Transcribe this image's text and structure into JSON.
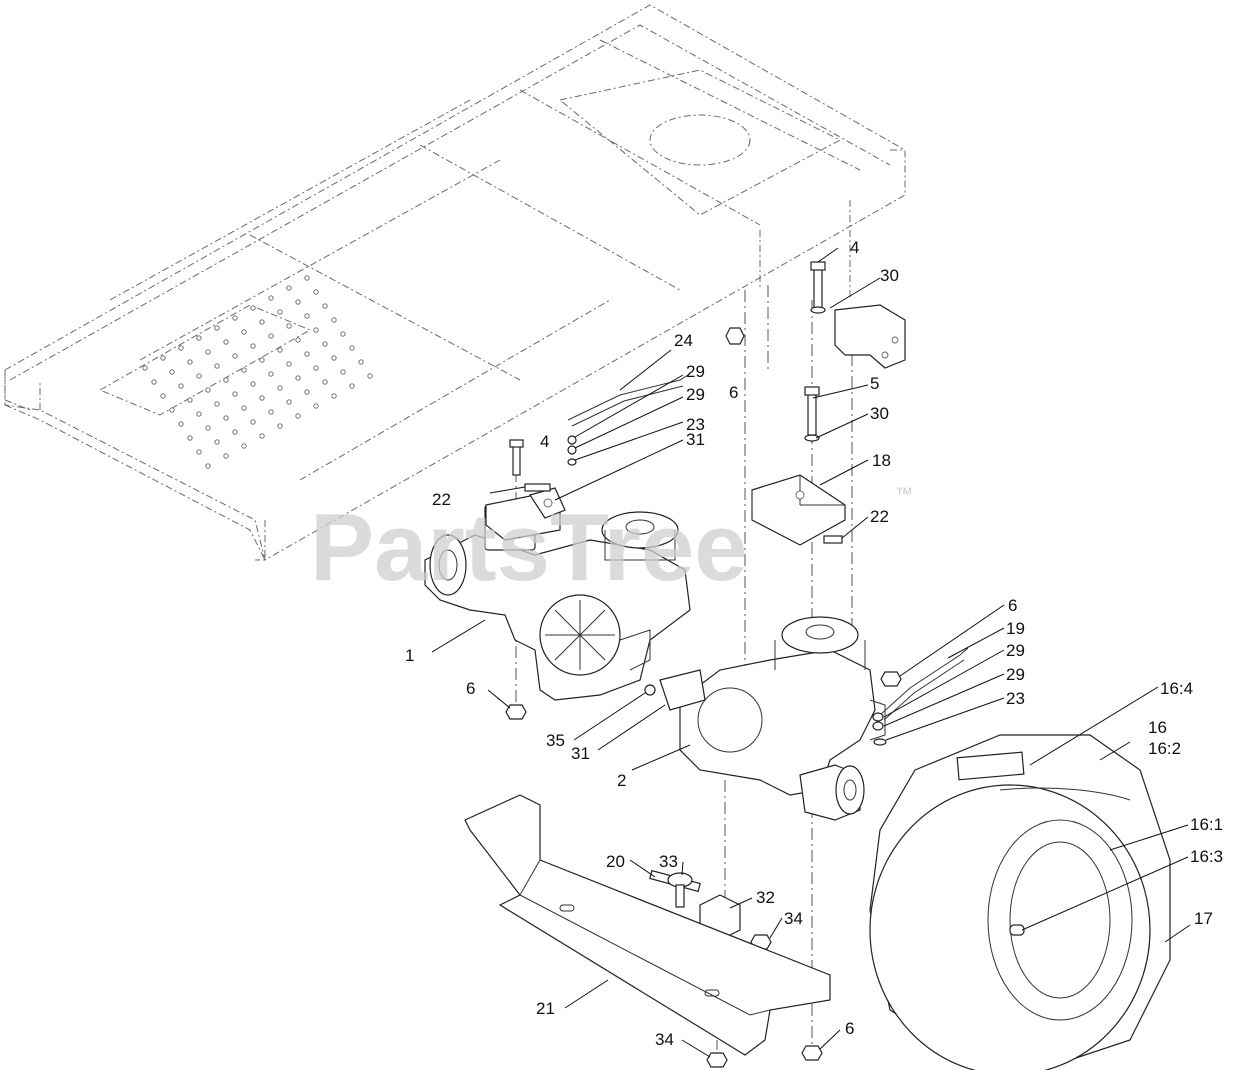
{
  "watermark": {
    "text": "PartsTree",
    "trademark": "™"
  },
  "callouts": {
    "c1": "1",
    "c2": "2",
    "c4a": "4",
    "c4b": "4",
    "c5": "5",
    "c6a": "6",
    "c6b": "6",
    "c6c": "6",
    "c6d": "6",
    "c16": "16",
    "c16_1": "16:1",
    "c16_2": "16:2",
    "c16_3": "16:3",
    "c16_4": "16:4",
    "c17": "17",
    "c18": "18",
    "c19": "19",
    "c20": "20",
    "c21": "21",
    "c22a": "22",
    "c22b": "22",
    "c23a": "23",
    "c23b": "23",
    "c24": "24",
    "c29a": "29",
    "c29b": "29",
    "c29c": "29",
    "c29d": "29",
    "c30a": "30",
    "c30b": "30",
    "c31a": "31",
    "c31b": "31",
    "c32": "32",
    "c33": "33",
    "c34a": "34",
    "c34b": "34",
    "c35": "35"
  }
}
